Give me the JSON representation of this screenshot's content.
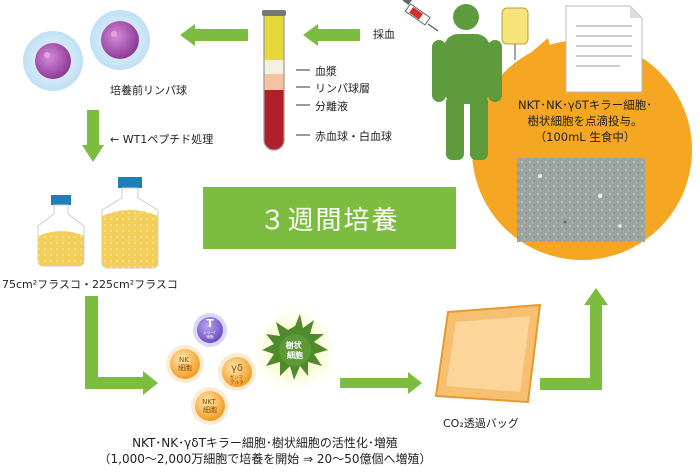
{
  "labels": {
    "blood_draw": "採血",
    "plasma": "血漿",
    "lymph_layer": "リンパ球層",
    "separation": "分離液",
    "rbc_wbc": "赤血球・白血球",
    "pre_culture": "培養前リンパ球",
    "wt1": "← WT1ペプチド処理",
    "flasks": "75cm²フラスコ・225cm²フラスコ",
    "co2_bag": "CO₂透過バッグ"
  },
  "culture_box": "３週間培養",
  "cells": {
    "nk": "NK\n細胞",
    "gd": "γδ",
    "gd_sub": "ガンマ\nデルタ",
    "nkt": "NKT\n細胞",
    "top": "キラーT\n細胞",
    "dendritic": "樹状\n細胞"
  },
  "infusion_note": "NKT･NK･γδTキラー細胞･\n樹状細胞を点滴投与。\n（100mL 生食中）",
  "bottom_note": "NKT･NK･γδTキラー細胞･樹状細胞の活性化･増殖\n（1,000～2,000万細胞で培養を開始 ⇒ 20～50億個へ増殖）",
  "colors": {
    "arrow": "#7cbd3f",
    "orange": "#f5a623",
    "figure": "#5e9b3c"
  }
}
